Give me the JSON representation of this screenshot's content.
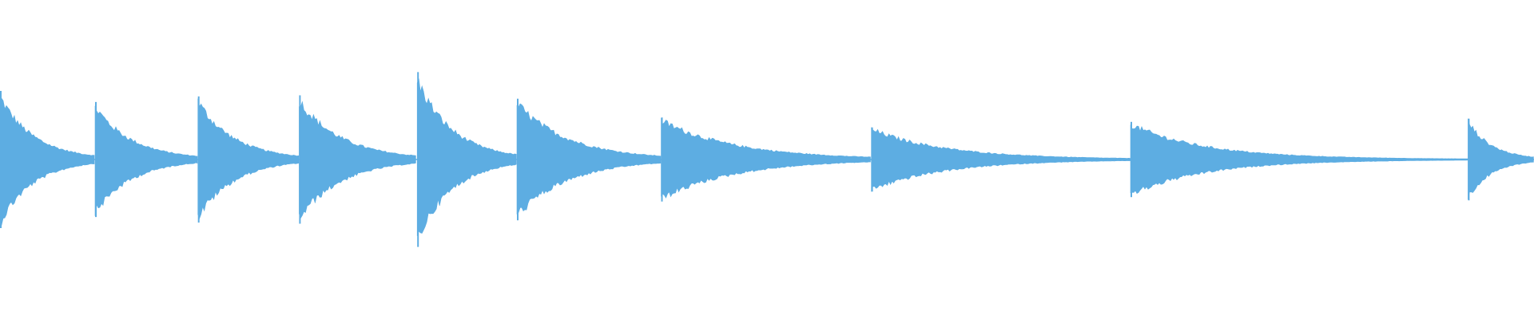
{
  "waveform": {
    "color": "#5dade2",
    "background": "#ffffff",
    "hits": [
      {
        "label": "hit-1",
        "start": 0.0,
        "amplitude": 0.62
      },
      {
        "label": "hit-2",
        "start": 0.062,
        "amplitude": 0.52
      },
      {
        "label": "hit-3",
        "start": 0.129,
        "amplitude": 0.57
      },
      {
        "label": "hit-4",
        "start": 0.195,
        "amplitude": 0.58
      },
      {
        "label": "hit-5",
        "start": 0.272,
        "amplitude": 0.79
      },
      {
        "label": "hit-6",
        "start": 0.337,
        "amplitude": 0.55
      },
      {
        "label": "hit-7",
        "start": 0.431,
        "amplitude": 0.38
      },
      {
        "label": "hit-8",
        "start": 0.568,
        "amplitude": 0.29
      },
      {
        "label": "hit-9",
        "start": 0.737,
        "amplitude": 0.34
      },
      {
        "label": "hit-10",
        "start": 0.957,
        "amplitude": 0.37
      }
    ]
  }
}
